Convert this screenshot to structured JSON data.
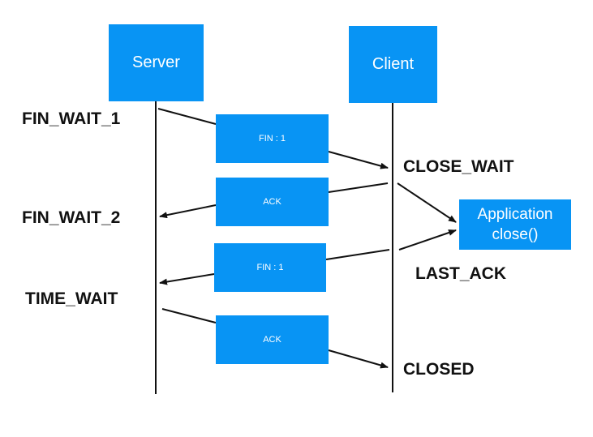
{
  "actors": {
    "server": "Server",
    "client": "Client"
  },
  "messages": {
    "m1": "FIN : 1",
    "m2": "ACK",
    "m3": "FIN : 1",
    "m4": "ACK"
  },
  "server_states": {
    "fin_wait_1": "FIN_WAIT_1",
    "fin_wait_2": "FIN_WAIT_2",
    "time_wait": "TIME_WAIT"
  },
  "client_states": {
    "close_wait": "CLOSE_WAIT",
    "last_ack": "LAST_ACK",
    "closed": "CLOSED"
  },
  "application": {
    "line1": "Application",
    "line2": "close()"
  },
  "colors": {
    "box_fill": "#0894f4",
    "box_text": "#ffffff",
    "line": "#111111"
  }
}
